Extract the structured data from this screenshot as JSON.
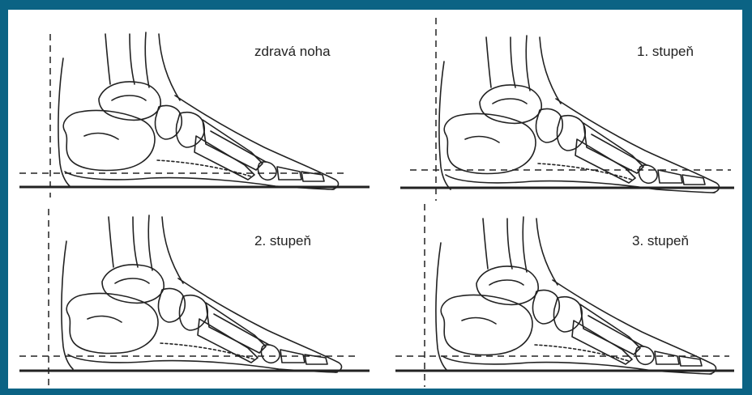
{
  "colors": {
    "border": "#0b6384",
    "background": "#ffffff",
    "ink": "#222222"
  },
  "panels": [
    {
      "label": "zdravá noha"
    },
    {
      "label": "1. stupeň"
    },
    {
      "label": "2. stupeň"
    },
    {
      "label": "3. stupeň"
    }
  ]
}
